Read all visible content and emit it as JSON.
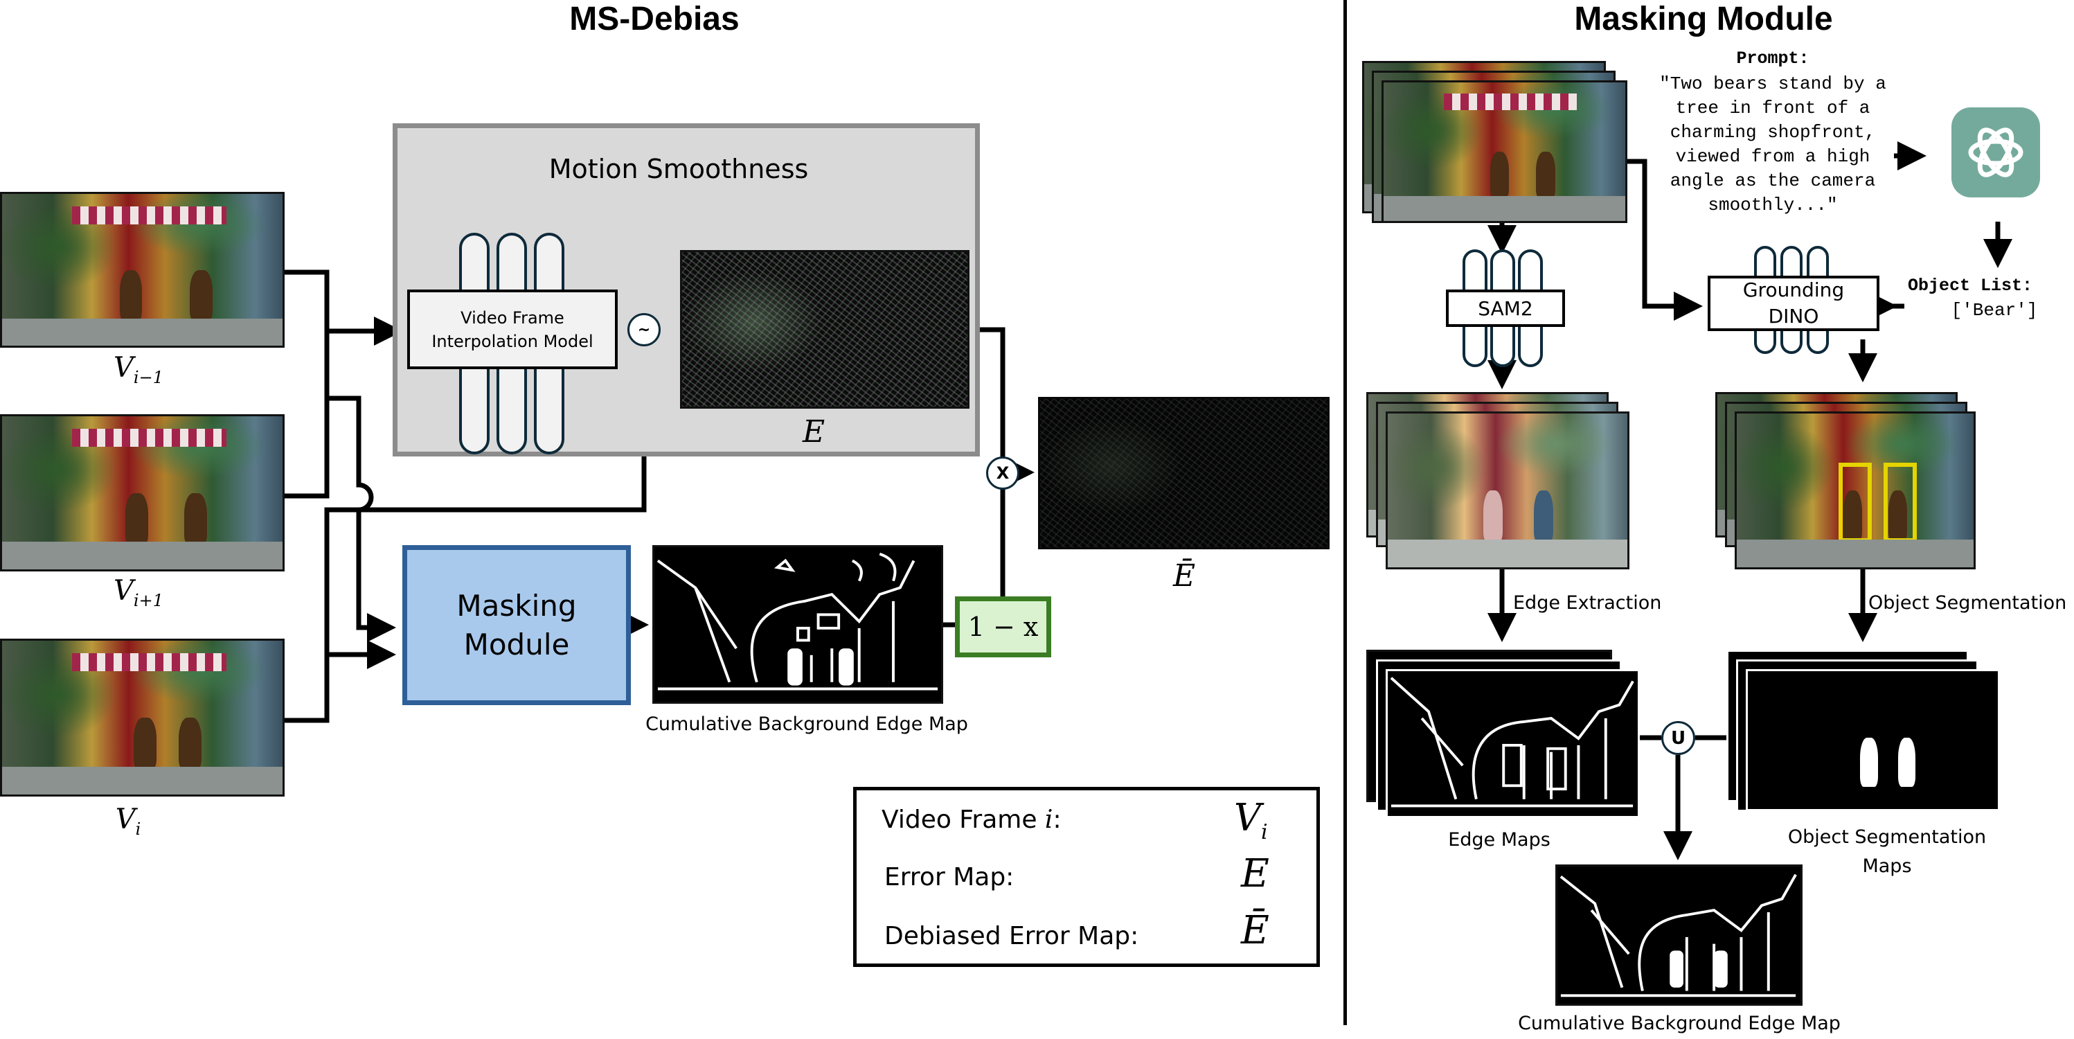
{
  "left_panel": {
    "title": "MS-Debias",
    "frames": [
      {
        "label": "V",
        "sub": "i−1"
      },
      {
        "label": "V",
        "sub": "i+1"
      },
      {
        "label": "V",
        "sub": "i"
      }
    ],
    "motion_smoothness": {
      "title": "Motion Smoothness",
      "vfi_model_line1": "Video Frame",
      "vfi_model_line2": "Interpolation Model",
      "diff_op": "~",
      "error_map_label": "E"
    },
    "masking_module": {
      "line1": "Masking",
      "line2": "Module"
    },
    "cumulative_edge_map_label": "Cumulative Background Edge Map",
    "invert_op": "1 − x",
    "multiply_op": "X",
    "debiased_error_map_label": "Ē",
    "legend": {
      "rows": [
        {
          "text": "Video Frame ",
          "text_math": "i",
          "suffix": ":",
          "symbol": "V",
          "symbol_sub": "i"
        },
        {
          "text": "Error Map:",
          "symbol": "E"
        },
        {
          "text": "Debiased Error Map:",
          "symbol": "Ē"
        }
      ]
    }
  },
  "right_panel": {
    "title": "Masking Module",
    "prompt": {
      "heading": "Prompt:",
      "lines": [
        "\"Two bears stand by a",
        "tree in front of a",
        "charming shopfront,",
        "viewed from a high",
        "angle as the camera",
        "smoothly...\""
      ]
    },
    "llm_icon": "chatgpt-logo-icon",
    "object_list": {
      "heading": "Object List:",
      "value": "['Bear']"
    },
    "sam2_label": "SAM2",
    "grounding_dino_line1": "Grounding",
    "grounding_dino_line2": "DINO",
    "edge_extraction_label": "Edge Extraction",
    "object_segmentation_label": "Object Segmentation",
    "edge_maps_label": "Edge Maps",
    "object_segmentation_maps_line1": "Object Segmentation",
    "object_segmentation_maps_line2": "Maps",
    "union_op": "U",
    "cumulative_edge_map_label": "Cumulative Background Edge Map"
  },
  "colors": {
    "motion_box_fill": "#d9d9d9",
    "motion_box_border": "#8c8c8c",
    "masking_box_fill": "#a9c9ec",
    "masking_box_border": "#2e5f98",
    "invert_box_fill": "#daf2d0",
    "invert_box_border": "#3b7d23",
    "gpt_icon_bg": "#74aa9c",
    "bbox_yellow": "#e5d400"
  }
}
